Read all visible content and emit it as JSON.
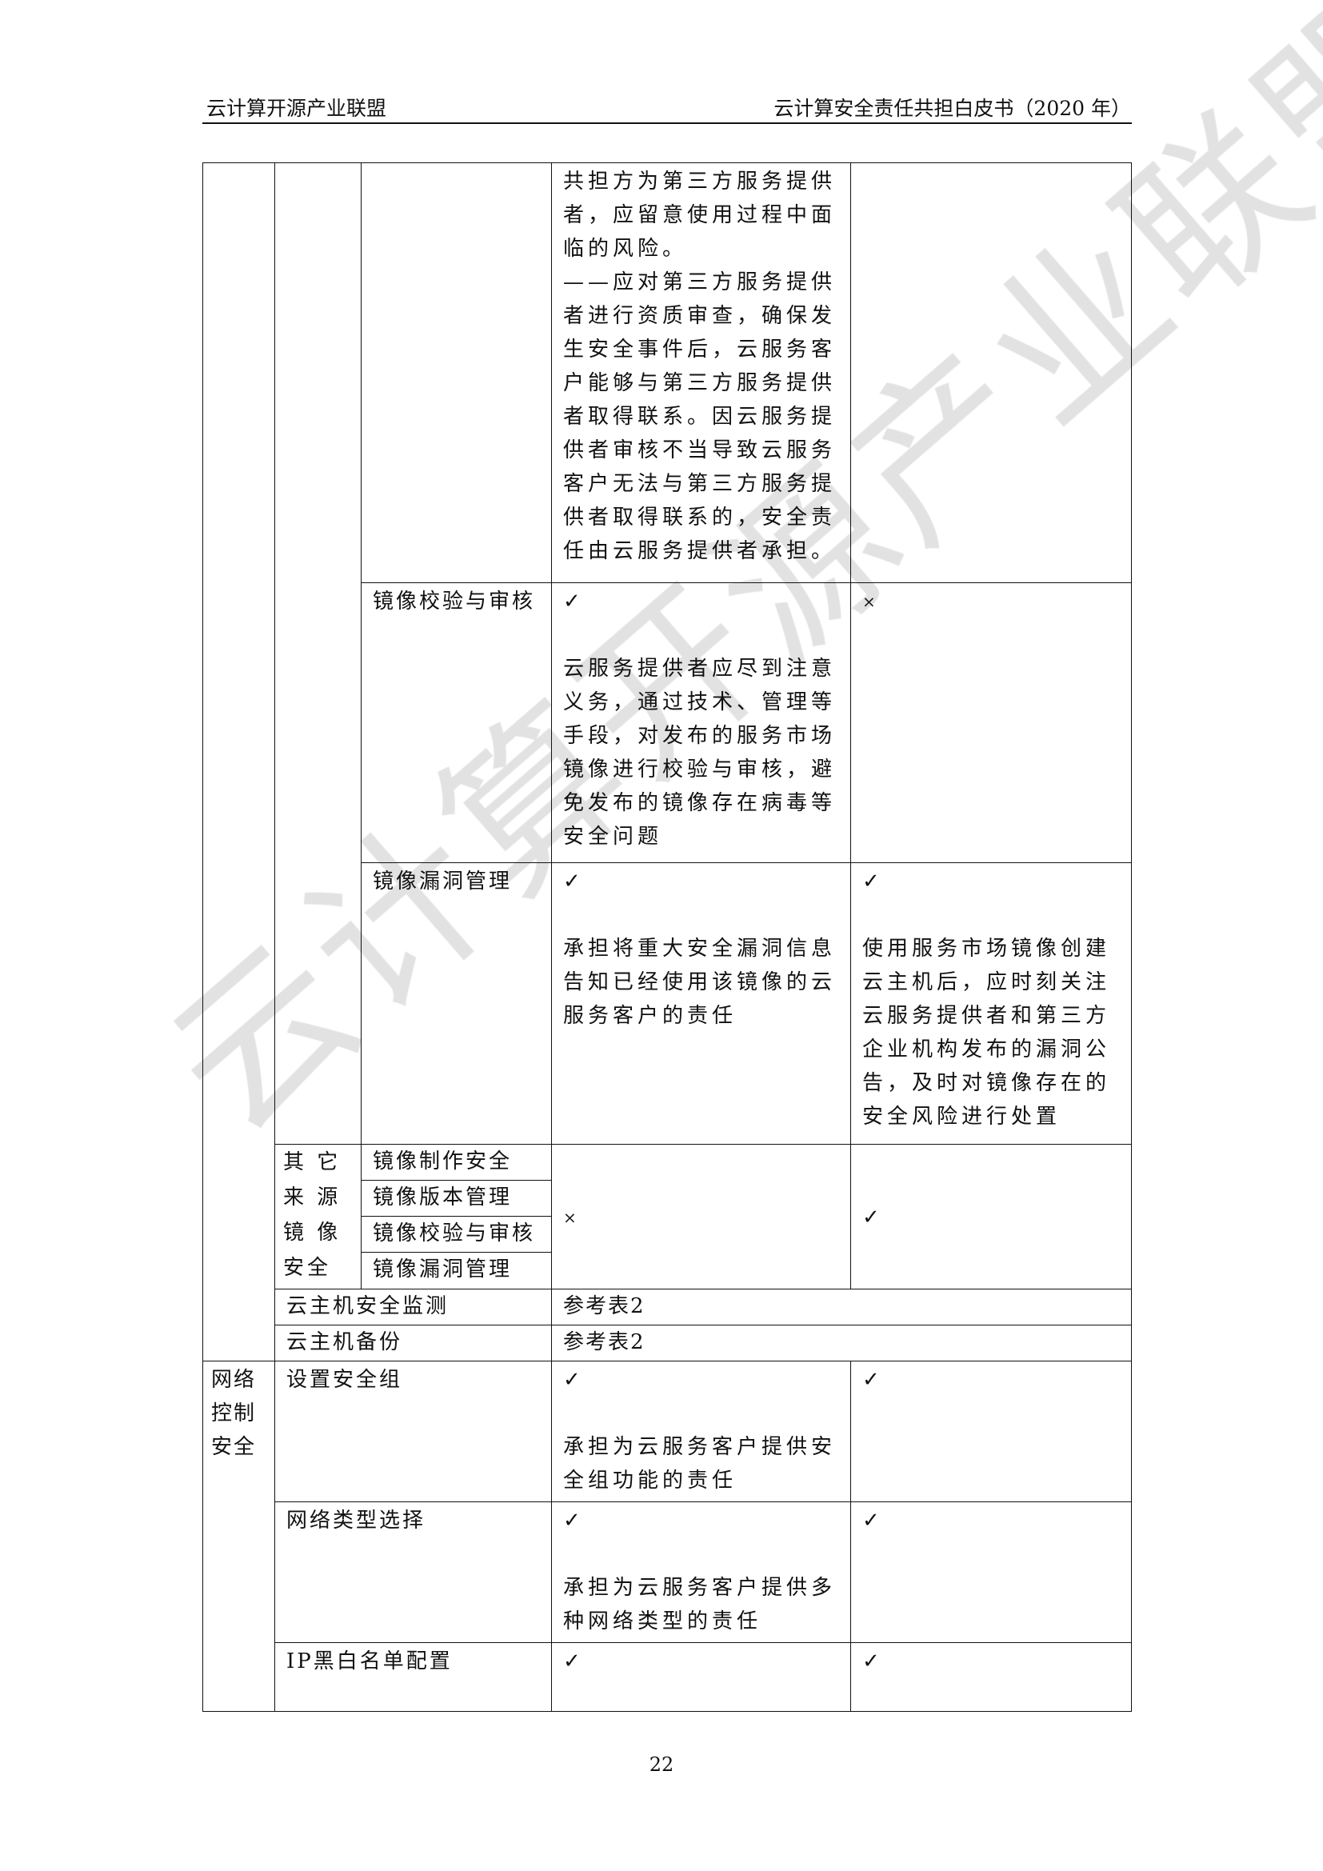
{
  "header": {
    "left": "云计算开源产业联盟",
    "right": "云计算安全责任共担白皮书（2020 年）"
  },
  "watermark": "云计算开源产业联盟",
  "page_number": "22",
  "rows": {
    "third_party": {
      "provider": "共担方为第三方服务提供者，应留意使用过程中面临的风险。\n——应对第三方服务提供者进行资质审查，确保发生安全事件后，云服务客户能够与第三方服务提供者取得联系。因云服务提供者审核不当导致云服务客户无法与第三方服务提供者取得联系的，安全责任由云服务提供者承担。"
    },
    "image_verify": {
      "item": "镜像校验与审核",
      "provider_mark": "✓",
      "provider": "云服务提供者应尽到注意义务，通过技术、管理等手段，对发布的服务市场镜像进行校验与审核，避免发布的镜像存在病毒等安全问题",
      "customer_mark": "×"
    },
    "image_vuln": {
      "item": "镜像漏洞管理",
      "provider_mark": "✓",
      "provider": "承担将重大安全漏洞信息告知已经使用该镜像的云服务客户的责任",
      "customer_mark": "✓",
      "customer": "使用服务市场镜像创建云主机后，应时刻关注云服务提供者和第三方企业机构发布的漏洞公告，及时对镜像存在的安全风险进行处置"
    },
    "other_source": {
      "group": [
        "其 它",
        "来 源",
        "镜 像",
        "安全"
      ],
      "items": [
        "镜像制作安全",
        "镜像版本管理",
        "镜像校验与审核",
        "镜像漏洞管理"
      ],
      "provider_mark": "×",
      "customer_mark": "✓"
    },
    "host_monitor": {
      "item": "云主机安全监测",
      "ref": "参考表2"
    },
    "host_backup": {
      "item": "云主机备份",
      "ref": "参考表2"
    },
    "network": {
      "group": [
        "网络",
        "控制",
        "安全"
      ]
    },
    "security_group": {
      "item": "设置安全组",
      "provider_mark": "✓",
      "provider": "承担为云服务客户提供安全组功能的责任",
      "customer_mark": "✓"
    },
    "network_type": {
      "item": "网络类型选择",
      "provider_mark": "✓",
      "provider": "承担为云服务客户提供多种网络类型的责任",
      "customer_mark": "✓"
    },
    "ip_list": {
      "item": "IP黑白名单配置",
      "provider_mark": "✓",
      "customer_mark": "✓"
    }
  }
}
